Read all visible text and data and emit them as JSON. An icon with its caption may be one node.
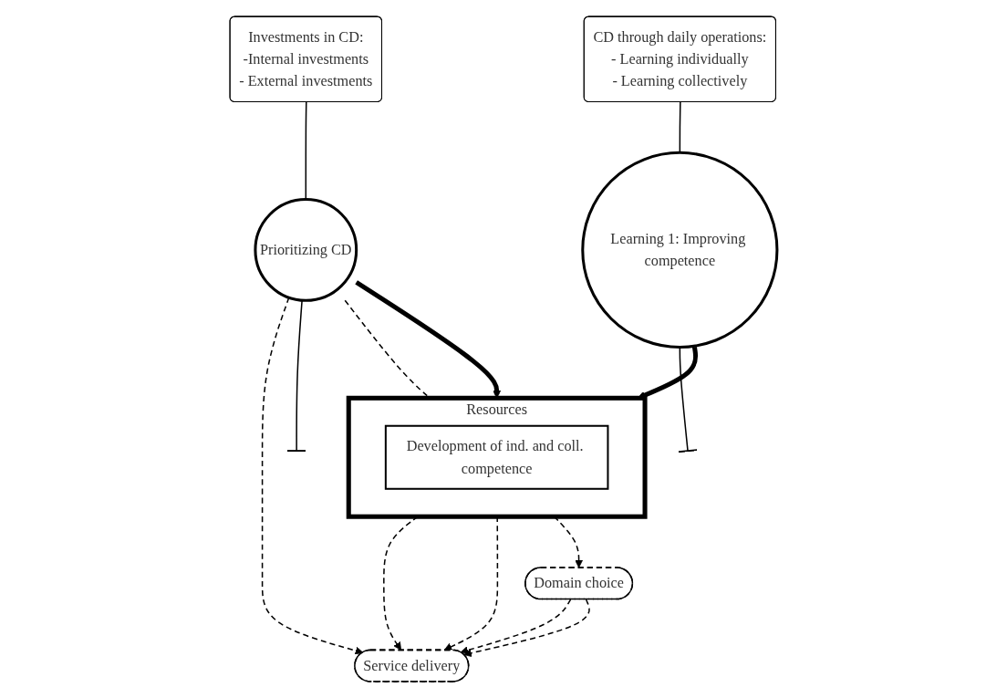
{
  "diagram": {
    "nodes": [
      {
        "text": [
          "Domain choice"
        ]
      },
      {
        "text": [
          "Prioritizing CD"
        ]
      },
      {
        "text": [
          "Investments in CD:",
          "-Internal investments",
          "- External investments"
        ]
      },
      {
        "text": [
          "Service delivery"
        ]
      },
      {
        "text": [
          "CD through daily operations:",
          "- Learning individually",
          "- Learning collectively"
        ]
      },
      {
        "text": [
          "Learning 1: Improving competence"
        ]
      },
      {
        "text": [
          "Resources"
        ]
      },
      {
        "text": [
          "Development of ind. and coll. competence"
        ],
        "in": 6
      }
    ],
    "edges": [
      {
        "from": 2,
        "to": 1,
        "arrow": "none"
      },
      {
        "from": 4,
        "to": 5,
        "arrow": "none"
      },
      {
        "from": 0,
        "to": 3,
        "arrow": "to",
        "style": "dashed"
      },
      {
        "from": 0,
        "to": 3,
        "arrow": "to",
        "style": "dashed"
      },
      {
        "from": 1,
        "to": 3,
        "arrow": "to",
        "style": "dashed"
      },
      {
        "from": 6,
        "to": 3,
        "arrow": "to",
        "style": "dashed"
      },
      {
        "from": 6,
        "to": 3,
        "arrow": "to",
        "style": "dashed"
      },
      {
        "from": 1,
        "to": 6,
        "arrow": "none",
        "style": "dashed"
      },
      {
        "from": 6,
        "to": 0,
        "arrow": "to",
        "style": "dashed"
      },
      {
        "from": 1,
        "to": 6,
        "arrow": "to",
        "style": "thick"
      },
      {
        "from": 5,
        "to": 6,
        "arrow": "to",
        "style": "thick"
      },
      {
        "from": 1,
        "to": null,
        "arrow": "other"
      },
      {
        "from": 5,
        "to": null,
        "arrow": "other"
      }
    ]
  }
}
